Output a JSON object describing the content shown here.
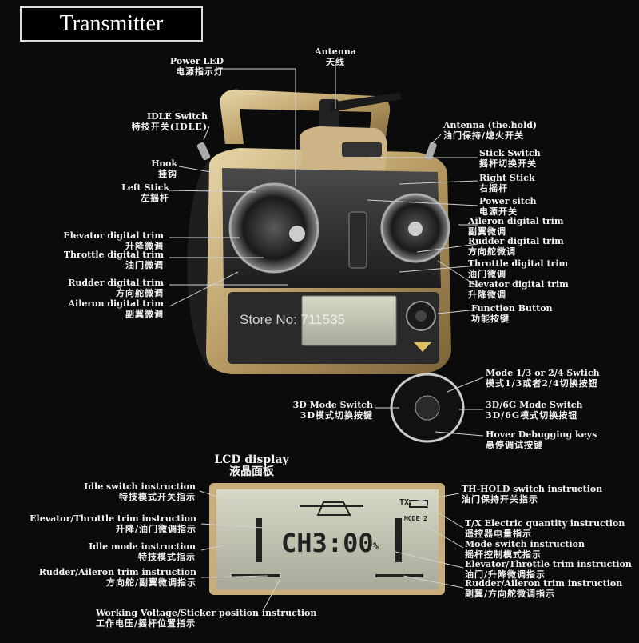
{
  "title": "Transmitter",
  "watermark": "Store No: 711535",
  "lcd_display": {
    "en": "LCD display",
    "zh": "液晶面板"
  },
  "lcd_screen": {
    "channel": "CH3:00",
    "unit": "%",
    "tx_label": "TX",
    "mode_label": "MODE 2"
  },
  "labels": {
    "power_led": {
      "en": "Power LED",
      "zh": "电源指示灯"
    },
    "antenna": {
      "en": "Antenna",
      "zh": "天线"
    },
    "idle_switch": {
      "en": "IDLE Switch",
      "zh": "特技开关(IDLE)"
    },
    "antenna_hold": {
      "en": "Antenna (the.hold)",
      "zh": "油门保持/熄火开关"
    },
    "stick_switch": {
      "en": "Stick Switch",
      "zh": "摇杆切换开关"
    },
    "hook": {
      "en": "Hook",
      "zh": "挂钩"
    },
    "right_stick": {
      "en": "Right Stick",
      "zh": "右摇杆"
    },
    "left_stick": {
      "en": "Left Stick",
      "zh": "左摇杆"
    },
    "power_switch": {
      "en": "Power sitch",
      "zh": "电源开关"
    },
    "aileron_trim_r": {
      "en": "Aileron digital trim",
      "zh": "副翼微调"
    },
    "elevator_trim_l": {
      "en": "Elevator digital trim",
      "zh": "升降微调"
    },
    "rudder_trim_r": {
      "en": "Rudder digital trim",
      "zh": "方向舵微调"
    },
    "throttle_trim_l": {
      "en": "Throttle digital trim",
      "zh": "油门微调"
    },
    "throttle_trim_r": {
      "en": "Throttle digital trim",
      "zh": "油门微调"
    },
    "rudder_trim_l": {
      "en": "Rudder digital trim",
      "zh": "方向舵微调"
    },
    "elevator_trim_r": {
      "en": "Elevator digital trim",
      "zh": "升降微调"
    },
    "aileron_trim_l": {
      "en": "Aileron digital trim",
      "zh": "副翼微调"
    },
    "function_button": {
      "en": "Function Button",
      "zh": "功能按键"
    },
    "mode_switch": {
      "en": "Mode 1/3 or 2/4 Swtich",
      "zh": "模式1/3或者2/4切换按钮"
    },
    "mode_3d": {
      "en": "3D Mode Switch",
      "zh": "3D模式切换按键"
    },
    "mode_3d6g": {
      "en": "3D/6G Mode Switch",
      "zh": "3D/6G模式切换按钮"
    },
    "hover_keys": {
      "en": "Hover Debugging keys",
      "zh": "悬停调试按键"
    },
    "idle_instr": {
      "en": "Idle switch instruction",
      "zh": "特技模式开关指示"
    },
    "th_hold_instr": {
      "en": "TH-HOLD switch instruction",
      "zh": "油门保持开关指示"
    },
    "elev_thr_instr_l": {
      "en": "Elevator/Throttle trim instruction",
      "zh": "升降/油门微调指示"
    },
    "tx_elec_instr": {
      "en": "T/X Electric quantity instruction",
      "zh": "遥控器电量指示"
    },
    "idle_mode_instr": {
      "en": "Idle mode instruction",
      "zh": "特技模式指示"
    },
    "mode_switch_instr": {
      "en": "Mode switch instruction",
      "zh": "摇杆控制模式指示"
    },
    "rud_ail_instr_l": {
      "en": "Rudder/Aileron trim instruction",
      "zh": "方向舵/副翼微调指示"
    },
    "elev_thr_instr_r": {
      "en": "Elevator/Throttle trim instruction",
      "zh": "油门/升降微调指示"
    },
    "rud_ail_instr_r": {
      "en": "Rudder/Aileron trim instruction",
      "zh": "副翼/方向舵微调指示"
    },
    "voltage_instr": {
      "en": "Working Voltage/Sticker position instruction",
      "zh": "工作电压/摇杆位置指示"
    }
  }
}
